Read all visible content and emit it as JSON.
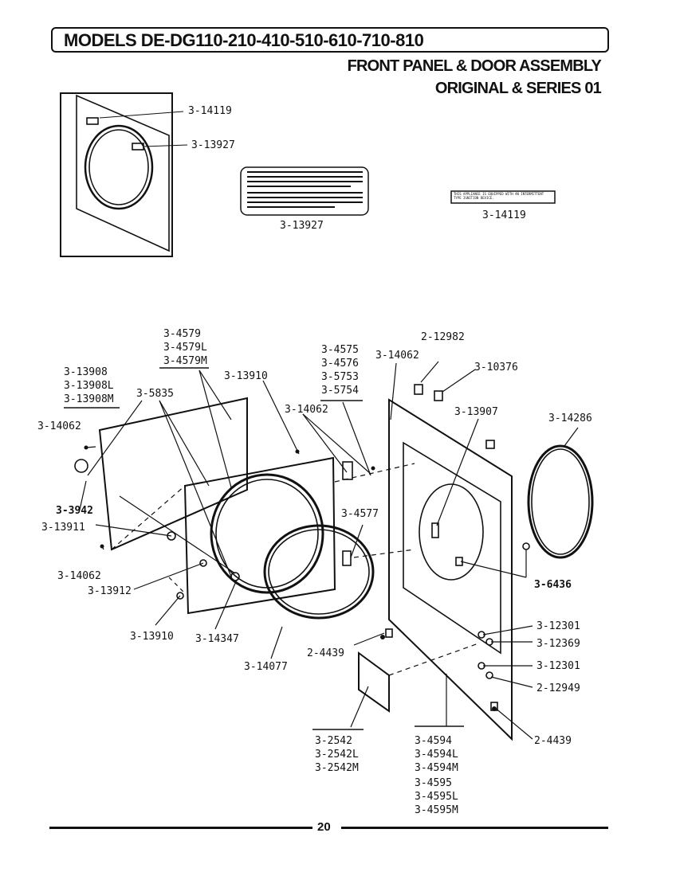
{
  "header": {
    "models_title": "MODELS DE-DG110-210-410-510-610-710-810",
    "section_title": "FRONT PANEL & DOOR ASSEMBLY",
    "series_title": "ORIGINAL & SERIES 01"
  },
  "inset": {
    "panel_labels": [
      "3-14119",
      "3-13927"
    ],
    "caution_label_part": "3-13927",
    "ignition_label_part": "3-14119",
    "ignition_label_text": "THIS APPLIANCE IS EQUIPPED WITH AN INTERMITTENT TYPE IGNITION DEVICE."
  },
  "parts": {
    "door_outer_panel": [
      "3-4579",
      "3-4579L",
      "3-4579M"
    ],
    "door_inner": [
      "3-13908",
      "3-13908L",
      "3-13908M"
    ],
    "hinge_screw": "3-5835",
    "screw_left_top": "3-14062",
    "screw_center": "3-14062",
    "screw_top": "3-14062",
    "screw_left_bottom": "3-14062",
    "hinge_parts": [
      "3-4575",
      "3-4576",
      "3-5753",
      "3-5754"
    ],
    "bracket_top": "3-13910",
    "bracket_bottom": "3-13910",
    "strike_screw": "2-12982",
    "switch_bracket": "3-10376",
    "front_panel_bracket": "3-13907",
    "seal_ring": "3-14286",
    "catch": "3-3942",
    "spacer": "3-13911",
    "clip": "3-13912",
    "hinge_lower": "3-4577",
    "glass_ring": "3-14347",
    "gasket": "3-14077",
    "bumper": "3-6436",
    "pin_a": "3-12301",
    "pin_b": "3-12369",
    "pin_c": "3-12301",
    "pin_d": "2-12949",
    "screw_front_upper": "2-4439",
    "screw_front_lower": "2-4439",
    "access_panel": [
      "3-2542",
      "3-2542L",
      "3-2542M"
    ],
    "front_panel": [
      "3-4594",
      "3-4594L",
      "3-4594M",
      "3-4595",
      "3-4595L",
      "3-4595M"
    ]
  },
  "footer": {
    "page_number": "20"
  }
}
